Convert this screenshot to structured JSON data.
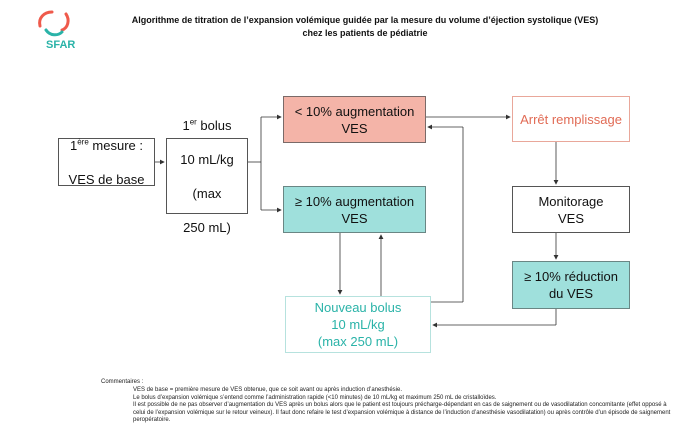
{
  "logo": {
    "text": "SFAR",
    "colors": [
      "#ef5a4b",
      "#2ab3a8"
    ]
  },
  "title": {
    "line1": "Algorithme de titration de l’expansion volémique guidée par la mesure du volume d’éjection systolique (VES)",
    "line2": "chez les patients de pédiatrie"
  },
  "boxes": {
    "mesure": {
      "sup": "ère",
      "line1_rest": " mesure :",
      "line1_num": "1",
      "line2": "VES de base"
    },
    "bolus": {
      "num": "1",
      "sup": "er",
      "rest": " bolus",
      "line2": "10 mL/kg",
      "line3": "(max",
      "line4": "250 mL)"
    },
    "low": {
      "text": "< 10% augmentation\nVES",
      "color": "#f4b4a8"
    },
    "high": {
      "text": "≥ 10% augmentation\nVES",
      "color": "#9fe0dc"
    },
    "nouveau": {
      "text": "Nouveau bolus\n10 mL/kg\n(max 250 mL)",
      "color": "#2ab3a8"
    },
    "arret": {
      "text": "Arrêt remplissage",
      "color": "#e16b55"
    },
    "monitorage": {
      "text": "Monitorage\nVES"
    },
    "reduction": {
      "text": "≥ 10% réduction\ndu VES",
      "color": "#9fe0dc"
    }
  },
  "comments": {
    "label": "Commentaires :",
    "lines": [
      "VES de base = première mesure de VES obtenue, que ce soit avant ou après induction d’anesthésie.",
      "Le bolus d’expansion volémique s’entend comme l’administration rapide (<10 minutes) de 10 mL/kg et maximum 250 mL de cristalloïdes.",
      "Il est possible de ne pas observer d’augmentation du VES après un bolus alors que le patient est toujours précharge-dépendant en cas de saignement ou de vasodilatation concomitante (effet opposé à celui de l’expansion volémique sur le retour veineux).  Il faut donc refaire le test d’expansion volémique à distance de l’induction d’anesthésie vasodilatation) ou après contrôle d’un épisode de saignement peropératoire."
    ]
  }
}
